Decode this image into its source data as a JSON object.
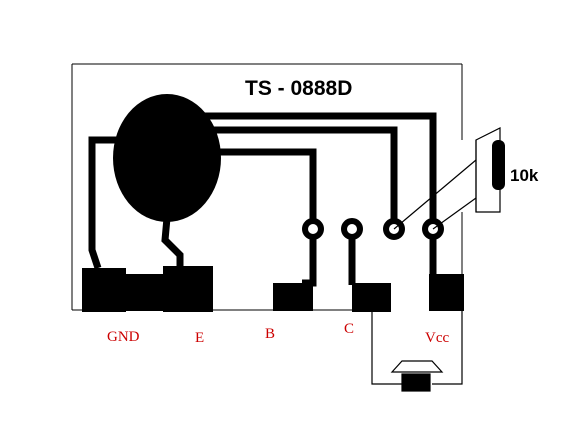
{
  "diagram": {
    "title": "TS - 0888D",
    "resistor_value": "10k",
    "pin_labels": {
      "gnd": "GND",
      "e": "E",
      "b": "B",
      "c": "C",
      "vcc": "Vcc"
    },
    "colors": {
      "trace": "#000000",
      "label": "#cc0000",
      "background": "#ffffff"
    }
  }
}
